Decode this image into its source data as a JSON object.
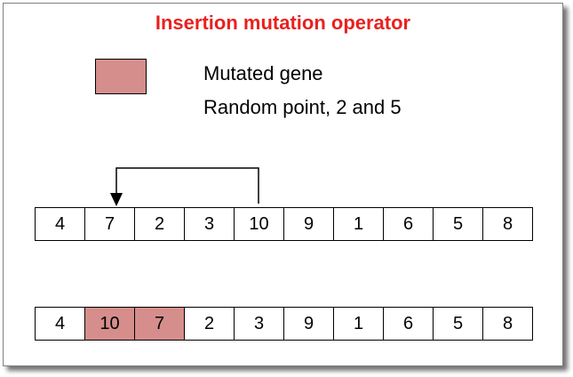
{
  "title": "Insertion mutation operator",
  "legend": {
    "mutated_label": "Mutated gene",
    "random_point_label": "Random point, 2 and  5"
  },
  "colors": {
    "title": "#e8211f",
    "mutated": "#d58e8c",
    "border": "#000000"
  },
  "before_row": [
    "4",
    "7",
    "2",
    "3",
    "10",
    "9",
    "1",
    "6",
    "5",
    "8"
  ],
  "after_row": [
    "4",
    "10",
    "7",
    "2",
    "3",
    "9",
    "1",
    "6",
    "5",
    "8"
  ],
  "mutated_after_indices": [
    1,
    2
  ],
  "arrow": {
    "from_index": 4,
    "to_index": 1
  }
}
